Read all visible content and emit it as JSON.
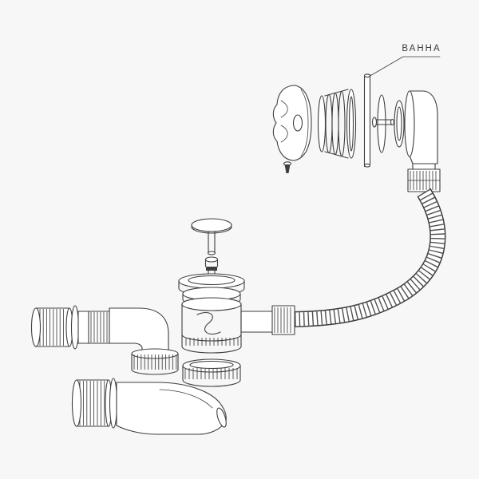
{
  "figure": {
    "type": "exploded-technical-line-drawing",
    "subject": "bathtub waste-and-overflow siphon assembly"
  },
  "label": {
    "text": "ВАННА"
  },
  "colors": {
    "background": "#f7f7f8",
    "line": "#3e3e40",
    "fill": "#ffffff"
  },
  "parts": [
    "overflow-cover-knob",
    "knob-screw",
    "overflow-seal-stack",
    "bath-wall-plate",
    "overflow-flange-set",
    "overflow-elbow",
    "corrugated-hose",
    "hose-union-nut",
    "drain-plug",
    "drain-strainer",
    "drain-body",
    "drain-lower-ring",
    "inlet-elbow-upper",
    "outlet-elbow-lower"
  ]
}
